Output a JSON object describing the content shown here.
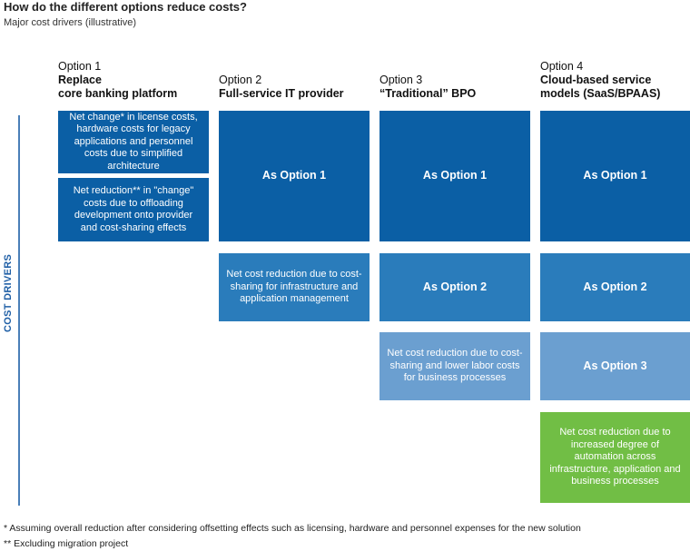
{
  "title": "How do the different options reduce costs?",
  "subtitle": "Major cost drivers (illustrative)",
  "side_label": "COST DRIVERS",
  "options": [
    {
      "number": "Option 1",
      "name_line1": "Replace",
      "name_line2": "core banking platform"
    },
    {
      "number": "Option 2",
      "name_line1": "Full-service IT provider",
      "name_line2": ""
    },
    {
      "number": "Option 3",
      "name_line1": "“Traditional” BPO",
      "name_line2": ""
    },
    {
      "number": "Option 4",
      "name_line1": "Cloud-based service",
      "name_line2": "models (SaaS/BPAAS)"
    }
  ],
  "boxes": {
    "opt1_license": "Net change* in license costs, hardware costs for legacy applications and personnel costs due to simplified architecture",
    "opt1_change": "Net reduction** in \"change\" costs due to offloading development onto provider and cost-sharing effects",
    "opt2_as1": "As Option 1",
    "opt2_costsharing": "Net cost reduction due to cost-sharing for infrastructure and application management",
    "opt3_as1": "As Option 1",
    "opt3_as2": "As Option 2",
    "opt3_labor": "Net cost reduction due to cost-sharing and lower labor costs for business processes",
    "opt4_as1": "As Option 1",
    "opt4_as2": "As Option 2",
    "opt4_as3": "As Option 3",
    "opt4_automation": "Net cost reduction due to increased degree of automation across infrastructure, application and business processes"
  },
  "colors": {
    "dark_blue": "#0b5fa5",
    "mid_blue": "#2a7cbb",
    "light_blue": "#6b9fd0",
    "green": "#71be45"
  },
  "footnotes": [
    "*   Assuming overall reduction after considering offsetting effects such as licensing, hardware and personnel expenses for the new solution",
    "** Excluding migration project"
  ]
}
